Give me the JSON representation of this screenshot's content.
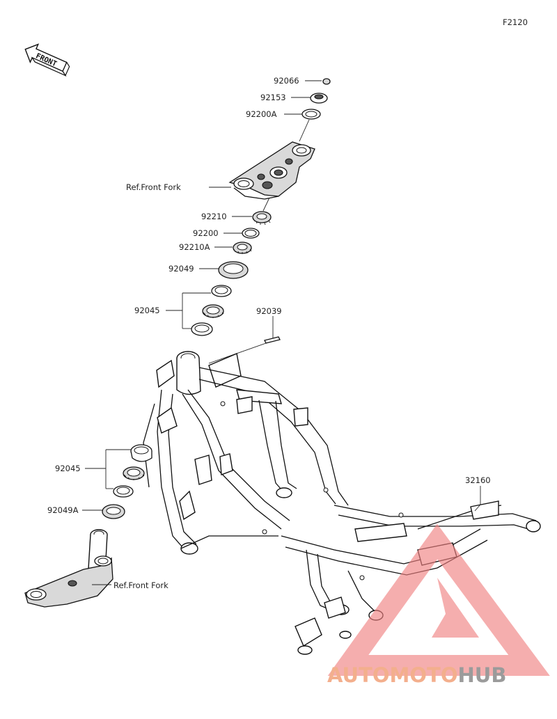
{
  "figure_code": "F2120",
  "front_indicator": "FRONT",
  "parts": [
    {
      "id": "p1",
      "label": "92066"
    },
    {
      "id": "p2",
      "label": "92153"
    },
    {
      "id": "p3",
      "label": "92200A"
    },
    {
      "id": "p4",
      "label": "Ref.Front Fork"
    },
    {
      "id": "p5",
      "label": "92210"
    },
    {
      "id": "p6",
      "label": "92200"
    },
    {
      "id": "p7",
      "label": "92210A"
    },
    {
      "id": "p8",
      "label": "92049"
    },
    {
      "id": "p9",
      "label": "92045"
    },
    {
      "id": "p10",
      "label": "92039"
    },
    {
      "id": "p11",
      "label": "92045"
    },
    {
      "id": "p12",
      "label": "92049A"
    },
    {
      "id": "p13",
      "label": "Ref.Front Fork"
    },
    {
      "id": "p14",
      "label": "32160"
    }
  ],
  "watermark": {
    "text_part1": "AUTO",
    "text_part2": "MOTO",
    "text_part3": "HUB",
    "color_accent": "#f2a27a",
    "color_grey": "#8a8a8a",
    "color_triangle": "#ef8080"
  }
}
